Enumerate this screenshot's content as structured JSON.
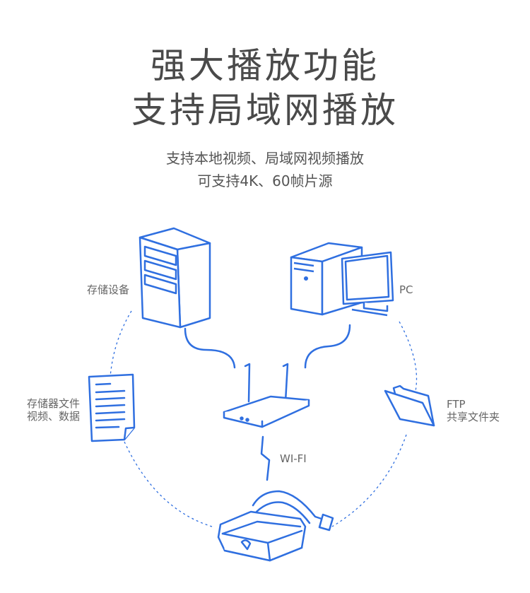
{
  "heading": {
    "line1": "强大播放功能",
    "line2": "支持局域网播放"
  },
  "subheading": {
    "line1": "支持本地视频、局域网视频播放",
    "line2": "可支持4K、60帧片源"
  },
  "nodes": {
    "storage": {
      "label": "存储设备",
      "icon": "server-icon"
    },
    "pc": {
      "label": "PC",
      "icon": "desktop-pc-icon"
    },
    "files": {
      "label_line1": "存储器文件",
      "label_line2": "视频、数据",
      "icon": "document-icon"
    },
    "ftp": {
      "label_line1": "FTP",
      "label_line2": "共享文件夹",
      "icon": "folder-icon"
    },
    "router": {
      "icon": "router-icon"
    },
    "wifi": {
      "label": "WI-FI",
      "icon": "lightning-icon"
    },
    "headset": {
      "icon": "vr-headset-icon"
    }
  },
  "colors": {
    "accent": "#2f6fe0",
    "text": "#4a4a4a"
  }
}
